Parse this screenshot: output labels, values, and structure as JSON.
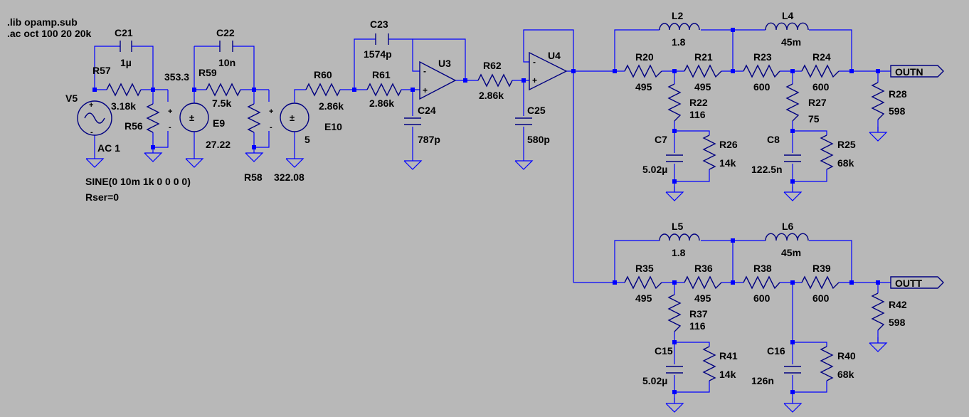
{
  "directives": [
    ".lib opamp.sub",
    ".ac oct 100 20 20k"
  ],
  "source": {
    "name": "V5",
    "ac": "AC 1",
    "sine": "SINE(0 10m 1k 0 0 0 0)",
    "rser": "Rser=0"
  },
  "labels": [
    {
      "id": "C21",
      "ref": "C21",
      "value": "1µ"
    },
    {
      "id": "R57",
      "ref": "R57",
      "value": "3.18k"
    },
    {
      "id": "R56",
      "ref": "R56",
      "value": "353.3"
    },
    {
      "id": "E9",
      "ref": "E9",
      "value": "27.22"
    },
    {
      "id": "C22",
      "ref": "C22",
      "value": "10n"
    },
    {
      "id": "R59",
      "ref": "R59",
      "value": "7.5k"
    },
    {
      "id": "R58",
      "ref": "R58",
      "value": "322.08"
    },
    {
      "id": "E10",
      "ref": "E10",
      "value": "5"
    },
    {
      "id": "R60",
      "ref": "R60",
      "value": "2.86k"
    },
    {
      "id": "C23",
      "ref": "C23",
      "value": "1574p"
    },
    {
      "id": "R61",
      "ref": "R61",
      "value": "2.86k"
    },
    {
      "id": "C24",
      "ref": "C24",
      "value": "787p"
    },
    {
      "id": "U3",
      "ref": "U3",
      "value": ""
    },
    {
      "id": "R62",
      "ref": "R62",
      "value": "2.86k"
    },
    {
      "id": "C25",
      "ref": "C25",
      "value": "580p"
    },
    {
      "id": "U4",
      "ref": "U4",
      "value": ""
    },
    {
      "id": "L2",
      "ref": "L2",
      "value": "1.8"
    },
    {
      "id": "L4",
      "ref": "L4",
      "value": "45m"
    },
    {
      "id": "R20",
      "ref": "R20",
      "value": "495"
    },
    {
      "id": "R21",
      "ref": "R21",
      "value": "495"
    },
    {
      "id": "R23",
      "ref": "R23",
      "value": "600"
    },
    {
      "id": "R24",
      "ref": "R24",
      "value": "600"
    },
    {
      "id": "R22",
      "ref": "R22",
      "value": "116"
    },
    {
      "id": "R27",
      "ref": "R27",
      "value": "75"
    },
    {
      "id": "R28",
      "ref": "R28",
      "value": "598"
    },
    {
      "id": "C7",
      "ref": "C7",
      "value": "5.02µ"
    },
    {
      "id": "R26",
      "ref": "R26",
      "value": "14k"
    },
    {
      "id": "C8",
      "ref": "C8",
      "value": "122.5n"
    },
    {
      "id": "R25",
      "ref": "R25",
      "value": "68k"
    },
    {
      "id": "L5",
      "ref": "L5",
      "value": "1.8"
    },
    {
      "id": "L6",
      "ref": "L6",
      "value": "45m"
    },
    {
      "id": "R35",
      "ref": "R35",
      "value": "495"
    },
    {
      "id": "R36",
      "ref": "R36",
      "value": "495"
    },
    {
      "id": "R38",
      "ref": "R38",
      "value": "600"
    },
    {
      "id": "R39",
      "ref": "R39",
      "value": "600"
    },
    {
      "id": "R37",
      "ref": "R37",
      "value": "116"
    },
    {
      "id": "R42",
      "ref": "R42",
      "value": "598"
    },
    {
      "id": "C15",
      "ref": "C15",
      "value": "5.02µ"
    },
    {
      "id": "R41",
      "ref": "R41",
      "value": "14k"
    },
    {
      "id": "C16",
      "ref": "C16",
      "value": "126n"
    },
    {
      "id": "R40",
      "ref": "R40",
      "value": "68k"
    }
  ],
  "ports": [
    "OUTN",
    "OUTT"
  ]
}
